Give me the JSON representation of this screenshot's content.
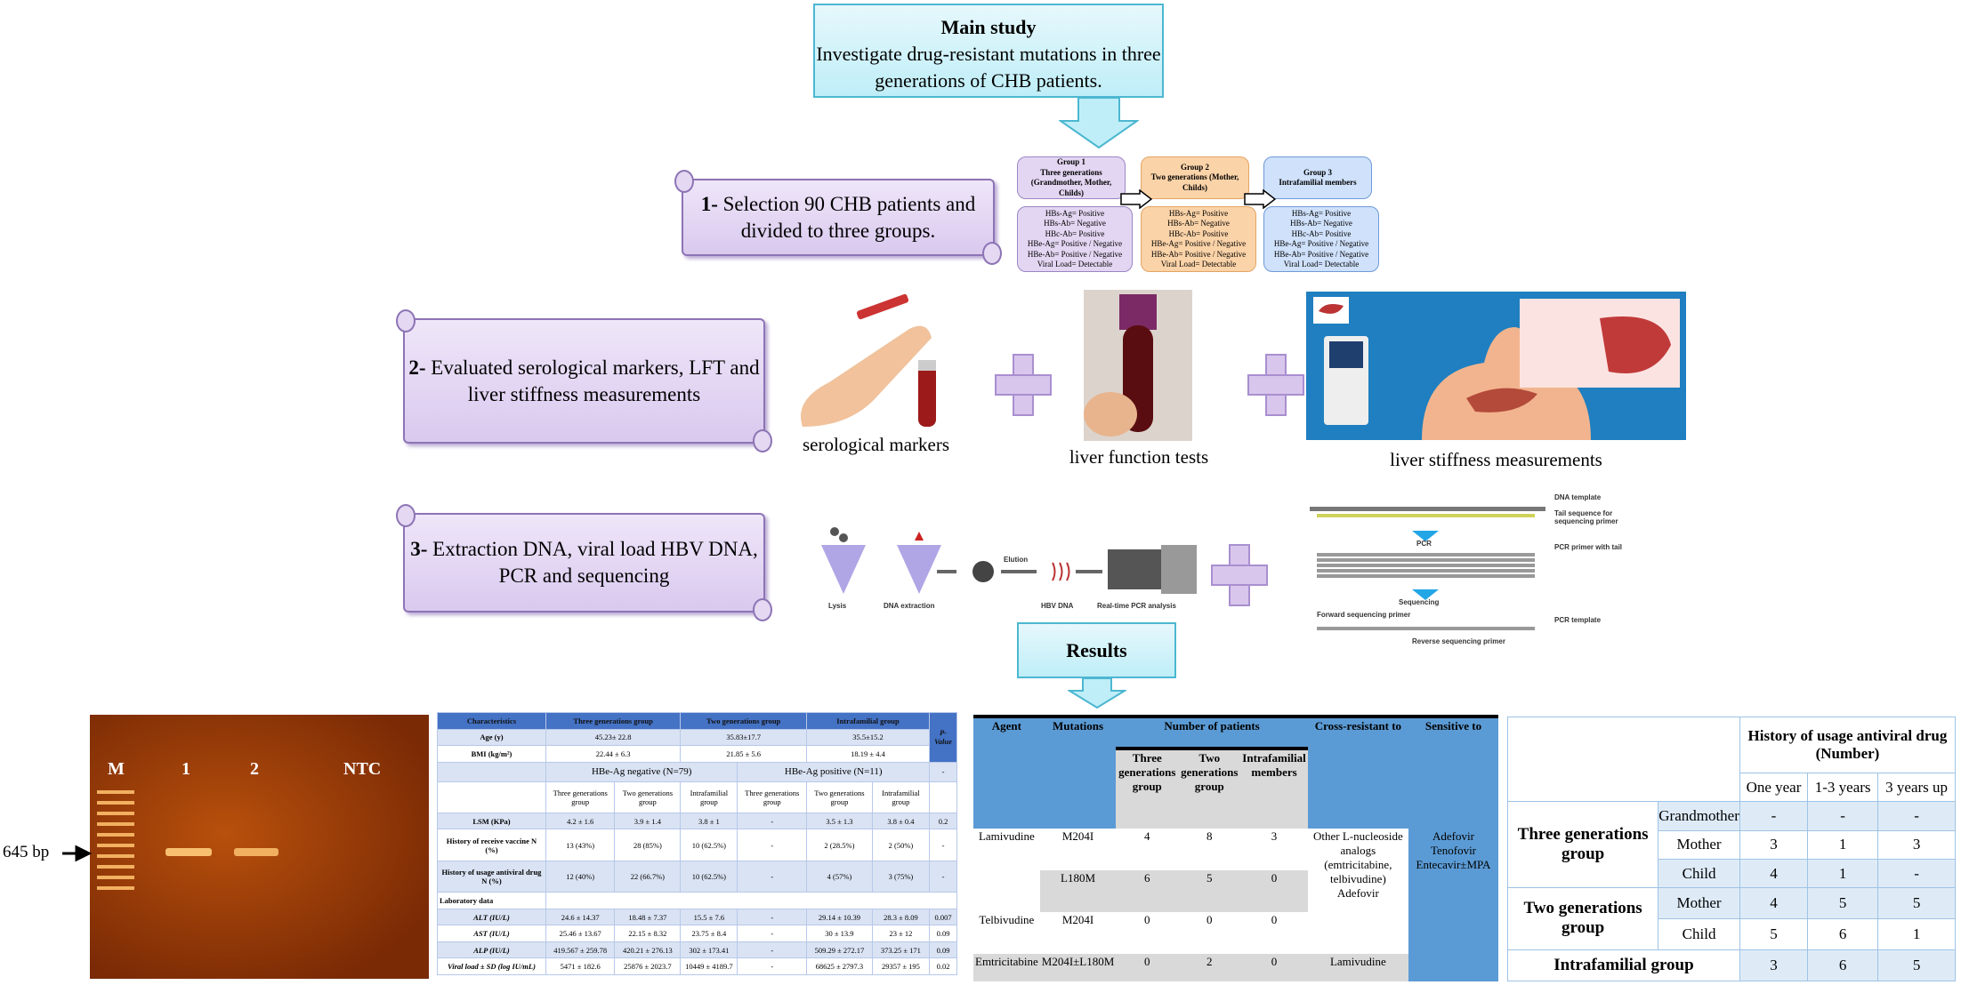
{
  "main_study": {
    "title": "Main study",
    "text": "Investigate drug-resistant mutations in three generations of CHB patients."
  },
  "steps": [
    {
      "number": "1-",
      "text": "Selection 90 CHB patients and divided to three groups."
    },
    {
      "number": "2-",
      "text": "Evaluated serological markers, LFT and liver stiffness measurements"
    },
    {
      "number": "3-",
      "text": "Extraction DNA, viral load HBV DNA, PCR and sequencing"
    }
  ],
  "groups": [
    {
      "title": "Group 1",
      "subtitle": "Three generations (Grandmother, Mother, Childs)",
      "markers": [
        "HBs-Ag= Positive",
        "HBs-Ab= Negative",
        "HBc-Ab= Positive",
        "HBe-Ag= Positive / Negative",
        "HBe-Ab= Positive / Negative",
        "Viral Load= Detectable"
      ]
    },
    {
      "title": "Group 2",
      "subtitle": "Two generations (Mother, Childs)",
      "markers": [
        "HBs-Ag= Positive",
        "HBs-Ab= Negative",
        "HBc-Ab= Positive",
        "HBe-Ag= Positive / Negative",
        "HBe-Ab= Positive / Negative",
        "Viral Load= Detectable"
      ]
    },
    {
      "title": "Group 3",
      "subtitle": "Intrafamilial members",
      "markers": [
        "HBs-Ag= Positive",
        "HBs-Ab= Negative",
        "HBc-Ab= Positive",
        "HBe-Ag= Positive / Negative",
        "HBe-Ab= Positive / Negative",
        "Viral Load= Detectable"
      ]
    }
  ],
  "captions": {
    "serological": "serological markers",
    "lft": "liver function tests",
    "lsm": "liver stiffness measurements"
  },
  "extraction": {
    "lysis": "Lysis",
    "dna_extraction": "DNA extraction",
    "elution": "Elution",
    "hbv_dna": "HBV DNA",
    "realtime": "Real-time PCR analysis"
  },
  "pcr": {
    "dna_template": "DNA template",
    "tail": "Tail sequence for sequencing primer",
    "pcr": "PCR",
    "primer_tail": "PCR primer with tail",
    "sequencing": "Sequencing",
    "forward": "Forward sequencing primer",
    "pcr_template": "PCR template",
    "reverse": "Reverse sequencing primer"
  },
  "results": {
    "title": "Results"
  },
  "gel": {
    "lanes": [
      "M",
      "1",
      "2",
      "NTC"
    ],
    "band_label": "645 bp"
  },
  "table1": {
    "header": [
      "Characteristics",
      "Three generations group",
      "Two generations group",
      "Intrafamilial group",
      "P-Value"
    ],
    "age": [
      "Age (y)",
      "45.23± 22.8",
      "35.83±17.7",
      "35.5±15.2"
    ],
    "bmi": [
      "BMI (kg/m²)",
      "22.44 ± 6.3",
      "21.85 ± 5.6",
      "18.19 ± 4.4"
    ],
    "hbe": [
      "HBe-Ag negative (N=79)",
      "HBe-Ag positive (N=11)",
      "-"
    ],
    "subgroups": [
      "Three generations group",
      "Two generations group",
      "Intrafamilial group",
      "Three generations group",
      "Two generations group",
      "Intrafamilial group"
    ],
    "rows": [
      [
        "LSM (KPa)",
        "4.2 ± 1.6",
        "3.9 ± 1.4",
        "3.8 ± 1",
        "-",
        "3.5 ± 1.3",
        "3.8 ± 0.4",
        "0.2"
      ],
      [
        "History of receive vaccine N (%)",
        "13 (43%)",
        "28 (85%)",
        "10 (62.5%)",
        "-",
        "2 (28.5%)",
        "2 (50%)",
        "-"
      ],
      [
        "History of usage antiviral drug N (%)",
        "12 (40%)",
        "22 (66.7%)",
        "10 (62.5%)",
        "-",
        "4 (57%)",
        "3 (75%)",
        "-"
      ]
    ],
    "lab_label": "Laboratory data",
    "lab_rows": [
      [
        "ALT (IU/L)",
        "24.6 ± 14.37",
        "18.48 ± 7.37",
        "15.5 ± 7.6",
        "-",
        "29.14 ± 10.39",
        "28.3 ± 8.09",
        "0.007"
      ],
      [
        "AST (IU/L)",
        "25.46 ± 13.67",
        "22.15 ± 8.32",
        "23.75 ± 8.4",
        "-",
        "30 ± 13.9",
        "23 ± 12",
        "0.09"
      ],
      [
        "ALP (IU/L)",
        "419.567 ± 259.78",
        "420.21 ± 276.13",
        "302 ± 173.41",
        "-",
        "509.29 ± 272.17",
        "373.25 ± 171",
        "0.09"
      ],
      [
        "Viral load ± SD (log IU/mL)",
        "5471 ± 182.6",
        "25876 ± 2023.7",
        "10449 ± 4189.7",
        "-",
        "68625 ± 2797.3",
        "29357 ± 195",
        "0.02"
      ]
    ]
  },
  "table2": {
    "header": [
      "Agent",
      "Mutations",
      "Number of patients",
      "Cross-resistant to",
      "Sensitive to"
    ],
    "subheader": [
      "Three generations group",
      "Two generations group",
      "Intrafamilial members"
    ],
    "rows": [
      [
        "Lamivudine",
        "M204I",
        "4",
        "8",
        "3"
      ],
      [
        "",
        "L180M",
        "6",
        "5",
        "0"
      ],
      [
        "Telbivudine",
        "M204I",
        "0",
        "0",
        "0"
      ],
      [
        "Emtricitabine",
        "M204I±L180M",
        "0",
        "2",
        "0"
      ]
    ],
    "cross_main": "Other L-nucleoside analogs (emtricitabine, telbivudine) Adefovir",
    "cross_last": "Lamivudine",
    "sensitive": "Adefovir Tenofovir Entecavir±MPA"
  },
  "table3": {
    "header": "History of usage antiviral drug (Number)",
    "columns": [
      "One year",
      "1-3 years",
      "3 years up"
    ],
    "groups": [
      {
        "name": "Three generations group",
        "rows": [
          [
            "Grandmother",
            "-",
            "-",
            "-"
          ],
          [
            "Mother",
            "3",
            "1",
            "3"
          ],
          [
            "Child",
            "4",
            "1",
            "-"
          ]
        ]
      },
      {
        "name": "Two generations group",
        "rows": [
          [
            "Mother",
            "4",
            "5",
            "5"
          ],
          [
            "Child",
            "5",
            "6",
            "1"
          ]
        ]
      },
      {
        "name": "Intrafamilial group",
        "rows": [
          [
            "",
            "3",
            "6",
            "5"
          ]
        ]
      }
    ]
  }
}
